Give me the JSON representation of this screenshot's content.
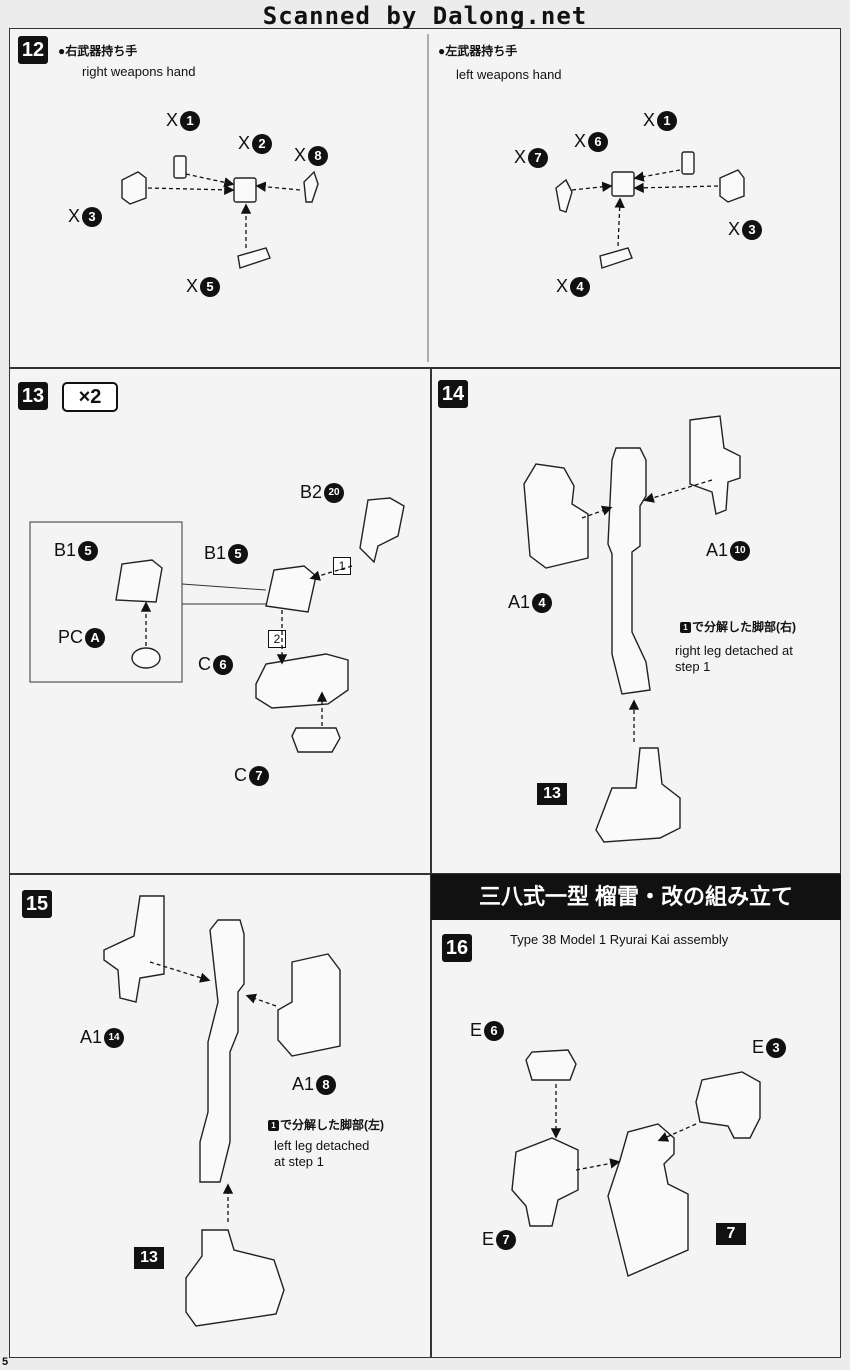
{
  "watermark": "Scanned by Dalong.net",
  "step12": {
    "num": "12",
    "right_jp": "●右武器持ち手",
    "right_en": "right weapons hand",
    "left_jp": "●左武器持ち手",
    "left_en": "left weapons hand",
    "r_x1": "X",
    "r_n1": "1",
    "r_x2": "X",
    "r_n2": "2",
    "r_x8": "X",
    "r_n8": "8",
    "r_x3": "X",
    "r_n3": "3",
    "r_x5": "X",
    "r_n5": "5",
    "l_x1": "X",
    "l_n1": "1",
    "l_x6": "X",
    "l_n6": "6",
    "l_x7": "X",
    "l_n7": "7",
    "l_x3": "X",
    "l_n3": "3",
    "l_x4": "X",
    "l_n4": "4"
  },
  "step13": {
    "num": "13",
    "multiplier": "×2",
    "b2": "B2",
    "b2n": "20",
    "b1": "B1",
    "b1n": "5",
    "b1b": "B1",
    "b1bn": "5",
    "pc": "PC",
    "pcn": "A",
    "c6": "C",
    "c6n": "6",
    "c7": "C",
    "c7n": "7",
    "arrow1": "1",
    "arrow2": "2"
  },
  "step14": {
    "num": "14",
    "a1_4": "A1",
    "a1_4n": "4",
    "a1_10": "A1",
    "a1_10n": "10",
    "jp_badge": "1",
    "jp": "で分解した脚部(右)",
    "en1": "right leg detached at",
    "en2": "step 1",
    "ref": "13"
  },
  "step15": {
    "num": "15",
    "a1_14": "A1",
    "a1_14n": "14",
    "a1_8": "A1",
    "a1_8n": "8",
    "jp_badge": "1",
    "jp": "で分解した脚部(左)",
    "en1": "left leg detached",
    "en2": "at step 1",
    "ref": "13"
  },
  "step16": {
    "title": "三八式一型 榴雷・改の組み立て",
    "num": "16",
    "en": "Type 38 Model 1 Ryurai Kai assembly",
    "e6": "E",
    "e6n": "6",
    "e3": "E",
    "e3n": "3",
    "e7": "E",
    "e7n": "7",
    "ref": "7"
  },
  "page": "5"
}
